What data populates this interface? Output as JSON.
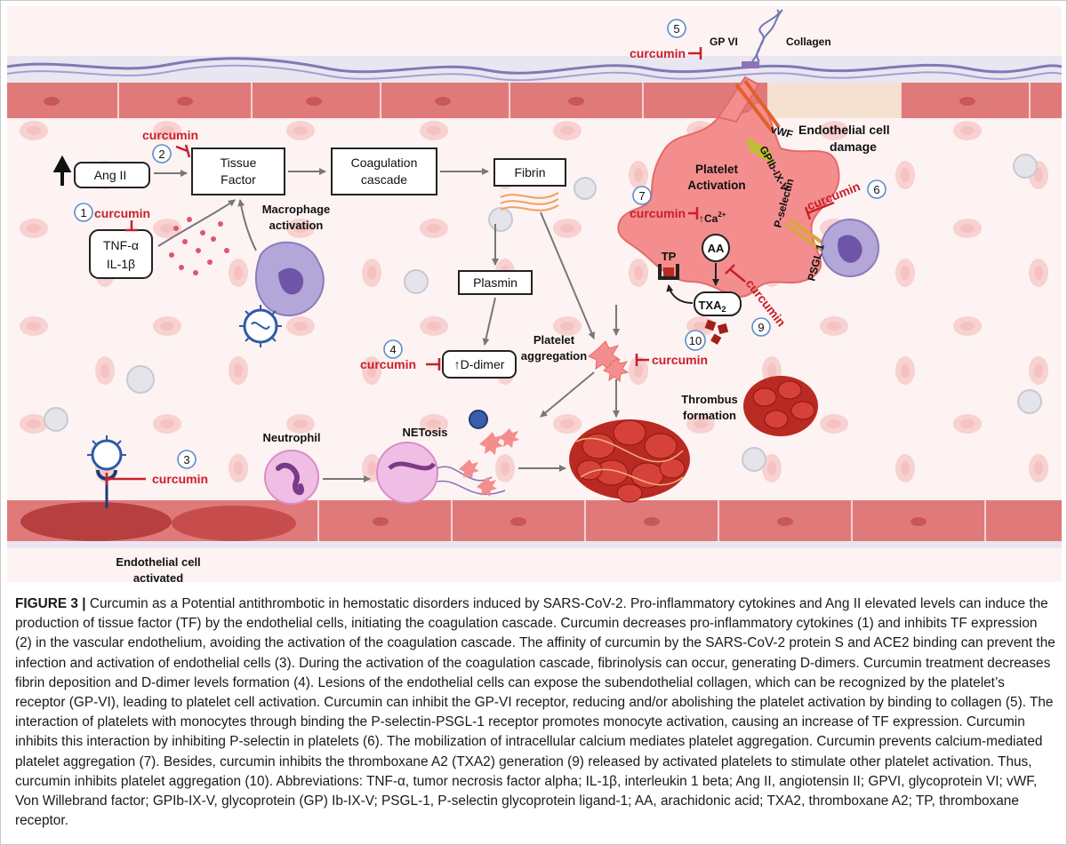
{
  "figure": {
    "label": "FIGURE 3 |",
    "caption": "Curcumin as a Potential antithrombotic in hemostatic disorders induced by SARS-CoV-2. Pro-inflammatory cytokines and Ang II elevated levels can induce the production of tissue factor (TF) by the endothelial cells, initiating the coagulation cascade. Curcumin decreases pro-inflammatory cytokines (1) and inhibits TF expression (2) in the vascular endothelium, avoiding the activation of the coagulation cascade. The affinity of curcumin by the SARS-CoV-2 protein S and ACE2 binding can prevent the infection and activation of endothelial cells (3). During the activation of the coagulation cascade, fibrinolysis can occur, generating D-dimers. Curcumin treatment decreases fibrin deposition and D-dimer levels formation (4). Lesions of the endothelial cells can expose the subendothelial collagen, which can be recognized by the platelet’s receptor (GP-VI), leading to platelet cell activation. Curcumin can inhibit the GP-VI receptor, reducing and/or abolishing the platelet activation by binding to collagen (5). The interaction of platelets with monocytes through binding the P-selectin-PSGL-1 receptor promotes monocyte activation, causing an increase of TF expression. Curcumin inhibits this interaction by inhibiting P-selectin in platelets (6). The mobilization of intracellular calcium mediates platelet aggregation. Curcumin prevents calcium-mediated platelet aggregation (7). Besides, curcumin inhibits the thromboxane A2 (TXA2) generation (9) released by activated platelets to stimulate other platelet activation. Thus, curcumin inhibits platelet aggregation (10). Abbreviations: TNF-α, tumor necrosis factor alpha; IL-1β, interleukin 1 beta; Ang II, angiotensin II; GPVI, glycoprotein VI; vWF, Von Willebrand factor; GPIb-IX-V, glycoprotein (GP) Ib-IX-V; PSGL-1, P-selectin glycoprotein ligand-1; AA, arachidonic acid; TXA2, thromboxane A2; TP, thromboxane receptor."
  },
  "labels": {
    "curcumin": "curcumin",
    "ang_ii": "Ang II",
    "tissue_factor_1": "Tissue",
    "tissue_factor_2": "Factor",
    "coag_1": "Coagulation",
    "coag_2": "cascade",
    "fibrin": "Fibrin",
    "tnf": "TNF-α",
    "il1b": "IL-1β",
    "macrophage_1": "Macrophage",
    "macrophage_2": "activation",
    "plasmin": "Plasmin",
    "d_dimer": "↑D-dimer",
    "platelet_agg_1": "Platelet",
    "platelet_agg_2": "aggregation",
    "neutrophil": "Neutrophil",
    "netosis": "NETosis",
    "endo_activated_1": "Endothelial cell",
    "endo_activated_2": "activated",
    "thrombus_1": "Thrombus",
    "thrombus_2": "formation",
    "gp_vi": "GP VI",
    "collagen": "Collagen",
    "vwf": "vWF",
    "endo_damage_1": "Endothelial cell",
    "endo_damage_2": "damage",
    "gpib": "GPIb-IX-V",
    "platelet_act_1": "Platelet",
    "platelet_act_2": "Activation",
    "p_selectin": "P-selectin",
    "psgl1": "PSGL 1",
    "ca_base": "↑Ca",
    "ca_sup": "2+",
    "tp": "TP",
    "aa": "AA",
    "txa_base": "TXA",
    "txa_sub": "2"
  },
  "numbers": [
    "1",
    "2",
    "3",
    "4",
    "5",
    "6",
    "7",
    "9",
    "10"
  ],
  "colors": {
    "curcumin_red": "#c8202a",
    "cell_pink": "#f4b0b0",
    "vessel_red": "#e07a7a",
    "platelet_pink": "#f48e8e",
    "thrombus_red": "#b0201a",
    "circle_blue": "#5b8fc9",
    "macrophage_purple": "#9b86c2"
  }
}
